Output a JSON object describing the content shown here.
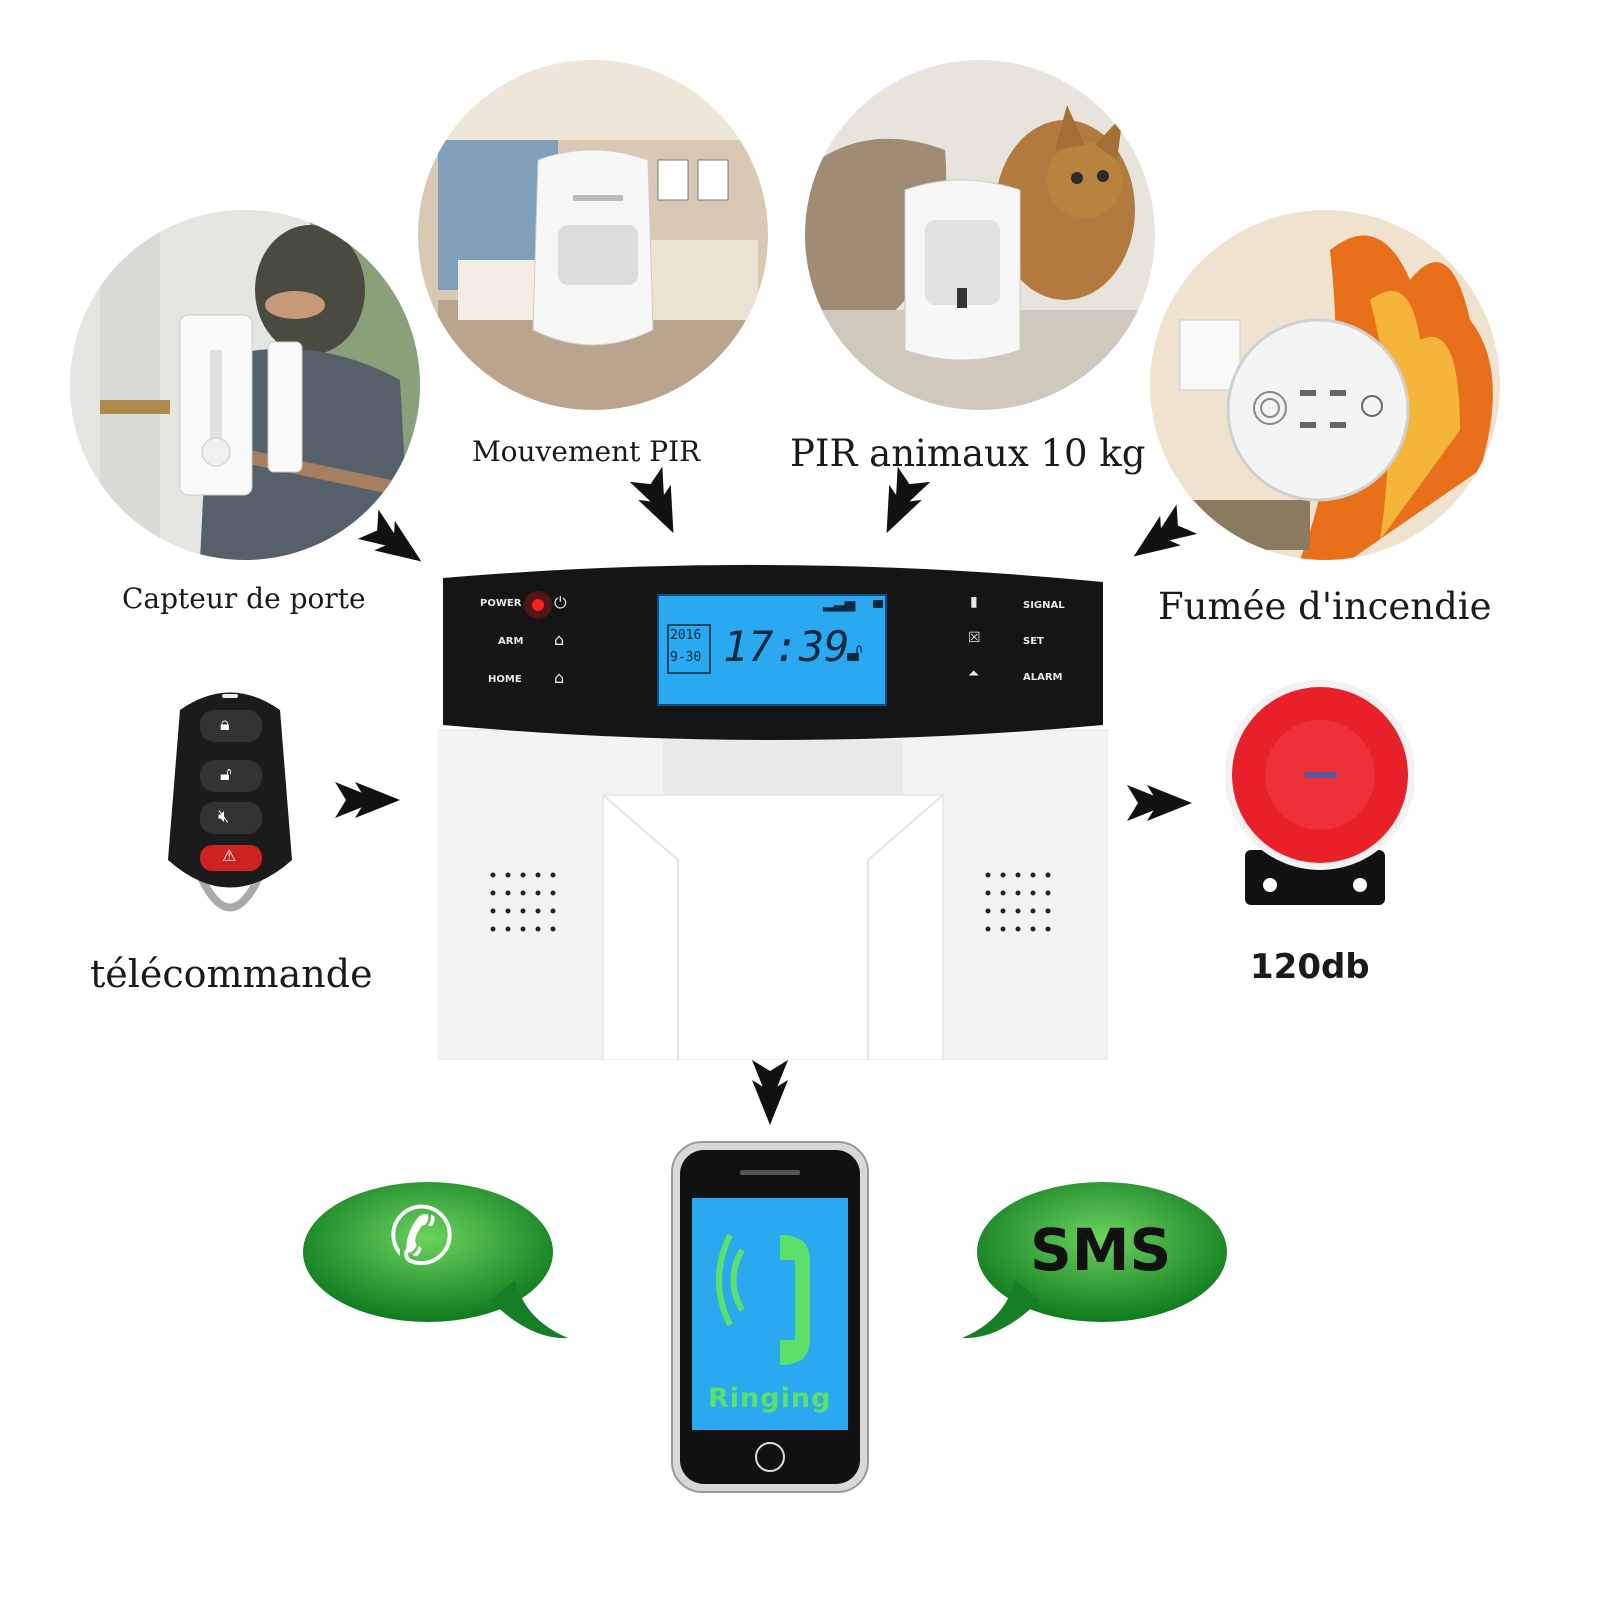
{
  "labels": {
    "door_sensor": "Capteur de porte",
    "motion_pir": "Mouvement PIR",
    "pet_pir": "PIR animaux 10 kg",
    "smoke": "Fumée d'incendie",
    "remote": "télécommande",
    "siren": "120db"
  },
  "panel": {
    "power": "POWER",
    "arm": "ARM",
    "home": "HOME",
    "signal": "SIGNAL",
    "set": "SET",
    "alarm": "ALARM",
    "lcd_year": "2016",
    "lcd_date": "9-30",
    "lcd_time": "17:39"
  },
  "phone": {
    "status": "Ringing"
  },
  "bubbles": {
    "sms": "SMS"
  },
  "icons": [
    "door-sensor-photo",
    "motion-pir-photo",
    "pet-pir-photo",
    "smoke-detector-photo",
    "remote-control-icon",
    "siren-icon",
    "phone-call-icon",
    "smartphone-icon"
  ],
  "colors": {
    "lcd": "#2aa8f0",
    "bubble_green": "#1f9a2a",
    "siren_red": "#e8202a",
    "panel_black": "#151515"
  }
}
